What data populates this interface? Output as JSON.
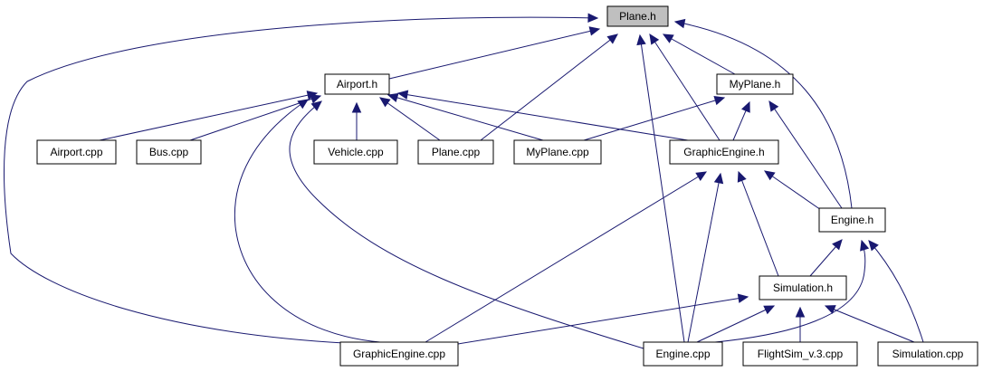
{
  "diagram": {
    "nodes": [
      {
        "id": "plane_h",
        "label": "Plane.h",
        "root": true
      },
      {
        "id": "airport_h",
        "label": "Airport.h"
      },
      {
        "id": "myplane_h",
        "label": "MyPlane.h"
      },
      {
        "id": "airport_cpp",
        "label": "Airport.cpp"
      },
      {
        "id": "bus_cpp",
        "label": "Bus.cpp"
      },
      {
        "id": "vehicle_cpp",
        "label": "Vehicle.cpp"
      },
      {
        "id": "plane_cpp",
        "label": "Plane.cpp"
      },
      {
        "id": "myplane_cpp",
        "label": "MyPlane.cpp"
      },
      {
        "id": "graphicengine_h",
        "label": "GraphicEngine.h"
      },
      {
        "id": "engine_h",
        "label": "Engine.h"
      },
      {
        "id": "simulation_h",
        "label": "Simulation.h"
      },
      {
        "id": "graphicengine_cpp",
        "label": "GraphicEngine.cpp"
      },
      {
        "id": "engine_cpp",
        "label": "Engine.cpp"
      },
      {
        "id": "flightsim_cpp",
        "label": "FlightSim_v.3.cpp"
      },
      {
        "id": "simulation_cpp",
        "label": "Simulation.cpp"
      }
    ],
    "edges": [
      {
        "from": "airport_h",
        "to": "plane_h"
      },
      {
        "from": "myplane_h",
        "to": "plane_h"
      },
      {
        "from": "plane_cpp",
        "to": "plane_h"
      },
      {
        "from": "graphicengine_h",
        "to": "plane_h"
      },
      {
        "from": "engine_h",
        "to": "plane_h"
      },
      {
        "from": "engine_cpp",
        "to": "plane_h"
      },
      {
        "from": "graphicengine_cpp",
        "to": "plane_h"
      },
      {
        "from": "airport_cpp",
        "to": "airport_h"
      },
      {
        "from": "bus_cpp",
        "to": "airport_h"
      },
      {
        "from": "vehicle_cpp",
        "to": "airport_h"
      },
      {
        "from": "plane_cpp",
        "to": "airport_h"
      },
      {
        "from": "myplane_cpp",
        "to": "airport_h"
      },
      {
        "from": "graphicengine_h",
        "to": "airport_h"
      },
      {
        "from": "graphicengine_cpp",
        "to": "airport_h"
      },
      {
        "from": "engine_cpp",
        "to": "airport_h"
      },
      {
        "from": "myplane_cpp",
        "to": "myplane_h"
      },
      {
        "from": "graphicengine_h",
        "to": "myplane_h"
      },
      {
        "from": "engine_h",
        "to": "myplane_h"
      },
      {
        "from": "engine_h",
        "to": "graphicengine_h"
      },
      {
        "from": "simulation_h",
        "to": "graphicengine_h"
      },
      {
        "from": "graphicengine_cpp",
        "to": "graphicengine_h"
      },
      {
        "from": "engine_cpp",
        "to": "graphicengine_h"
      },
      {
        "from": "simulation_h",
        "to": "engine_h"
      },
      {
        "from": "engine_cpp",
        "to": "engine_h"
      },
      {
        "from": "simulation_cpp",
        "to": "engine_h"
      },
      {
        "from": "graphicengine_cpp",
        "to": "simulation_h"
      },
      {
        "from": "engine_cpp",
        "to": "simulation_h"
      },
      {
        "from": "flightsim_cpp",
        "to": "simulation_h"
      },
      {
        "from": "simulation_cpp",
        "to": "simulation_h"
      }
    ]
  }
}
